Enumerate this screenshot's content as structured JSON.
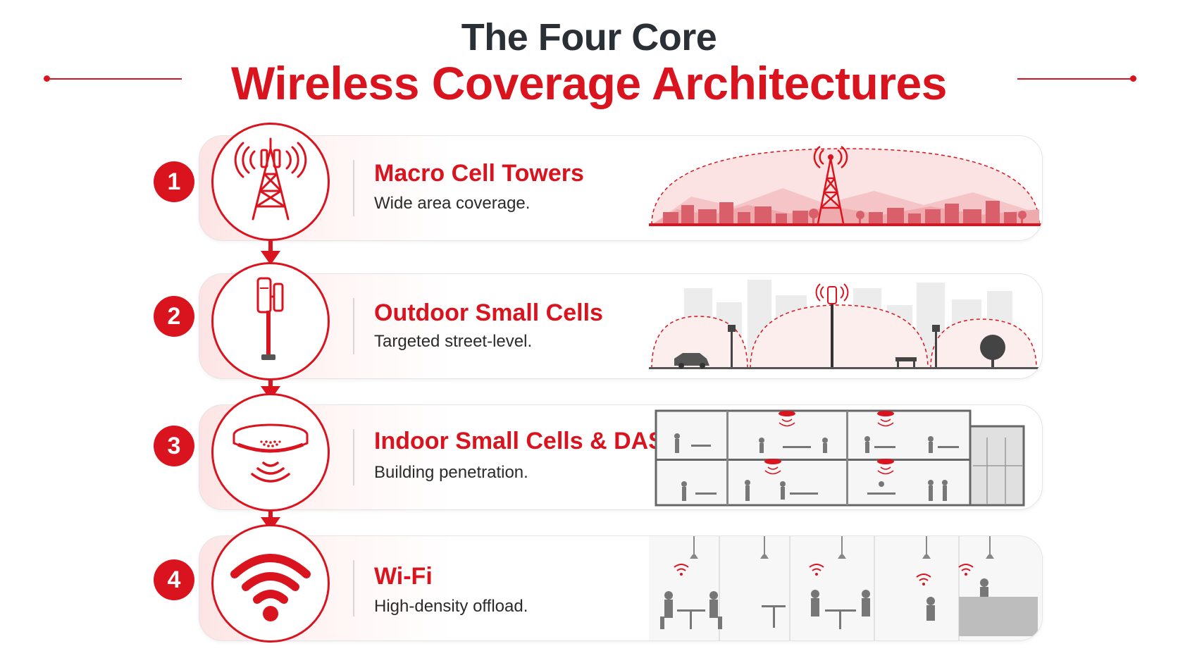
{
  "header": {
    "title_line1": "The Four Core",
    "title_line2": "Wireless Coverage Architectures"
  },
  "colors": {
    "accent": "#d9141e",
    "title_dark": "#2b2f36",
    "scene_gray": "#9a9a9a"
  },
  "items": [
    {
      "number": "1",
      "title": "Macro Cell Towers",
      "description": "Wide area coverage.",
      "icon": "cell-tower-icon"
    },
    {
      "number": "2",
      "title": "Outdoor Small Cells",
      "description": "Targeted street-level.",
      "icon": "small-cell-pole-icon"
    },
    {
      "number": "3",
      "title": "Indoor Small Cells & DAS",
      "description": "Building penetration.",
      "icon": "ceiling-small-cell-icon"
    },
    {
      "number": "4",
      "title": "Wi-Fi",
      "description": "High-density offload.",
      "icon": "wifi-icon"
    }
  ]
}
